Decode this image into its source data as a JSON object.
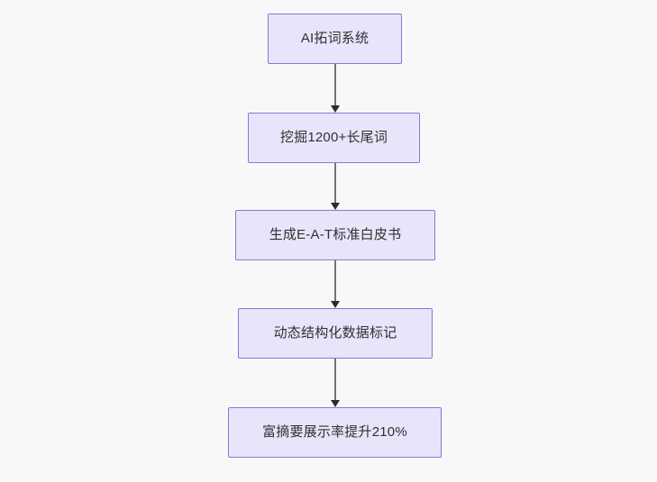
{
  "diagram": {
    "type": "flowchart",
    "direction": "top-to-bottom",
    "background_color": "#f8f8f8",
    "node_fill_color": "#e8e5fb",
    "node_border_color": "#9370d8",
    "node_text_color": "#303030",
    "edge_color": "#757575",
    "arrowhead_color": "#2b2b2b",
    "nodes": [
      {
        "id": "n1",
        "label": "AI拓词系统"
      },
      {
        "id": "n2",
        "label": "挖掘1200+长尾词"
      },
      {
        "id": "n3",
        "label": "生成E-A-T标准白皮书"
      },
      {
        "id": "n4",
        "label": "动态结构化数据标记"
      },
      {
        "id": "n5",
        "label": "富摘要展示率提升210%"
      }
    ],
    "edges": [
      {
        "id": "e1",
        "from": "n1",
        "to": "n2",
        "label": ""
      },
      {
        "id": "e2",
        "from": "n2",
        "to": "n3",
        "label": ""
      },
      {
        "id": "e3",
        "from": "n3",
        "to": "n4",
        "label": ""
      },
      {
        "id": "e4",
        "from": "n4",
        "to": "n5",
        "label": ""
      }
    ]
  }
}
